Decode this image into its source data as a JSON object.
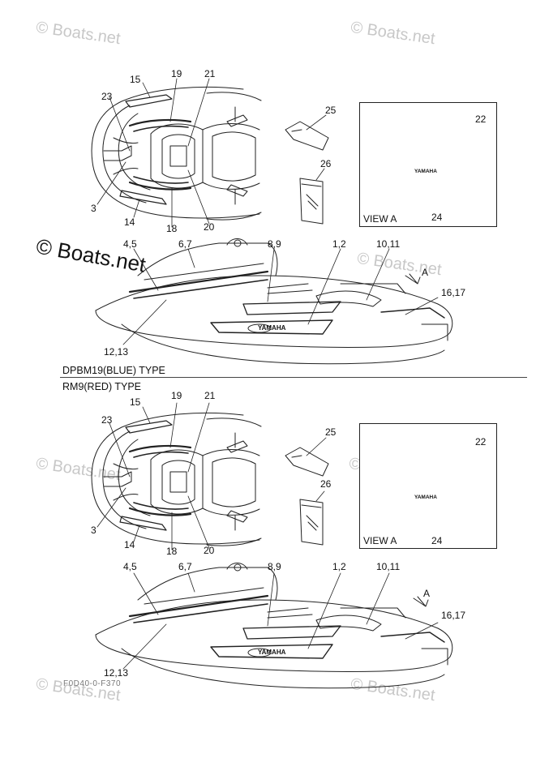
{
  "watermarks": {
    "small": "© Boats.net",
    "large": "© Boats.net"
  },
  "sections": [
    {
      "type_label": "DPBM19(BLUE) TYPE",
      "view_label": "VIEW A",
      "badge": "YAMAHA",
      "arrow_label": "A",
      "callouts": [
        "15",
        "19",
        "21",
        "23",
        "25",
        "22",
        "26",
        "3",
        "14",
        "18",
        "20",
        "24",
        "4,5",
        "6,7",
        "8,9",
        "1,2",
        "10,11",
        "16,17",
        "12,13"
      ]
    },
    {
      "type_label": "RM9(RED) TYPE",
      "view_label": "VIEW A",
      "badge": "YAMAHA",
      "arrow_label": "A",
      "callouts": [
        "15",
        "19",
        "21",
        "23",
        "25",
        "22",
        "26",
        "3",
        "14",
        "18",
        "20",
        "24",
        "4,5",
        "6,7",
        "8,9",
        "1,2",
        "10,11",
        "16,17",
        "12,13"
      ]
    }
  ],
  "footer_code": "F0D40-0-F370",
  "colors": {
    "line": "#222222",
    "watermark": "#c8c8c8"
  }
}
